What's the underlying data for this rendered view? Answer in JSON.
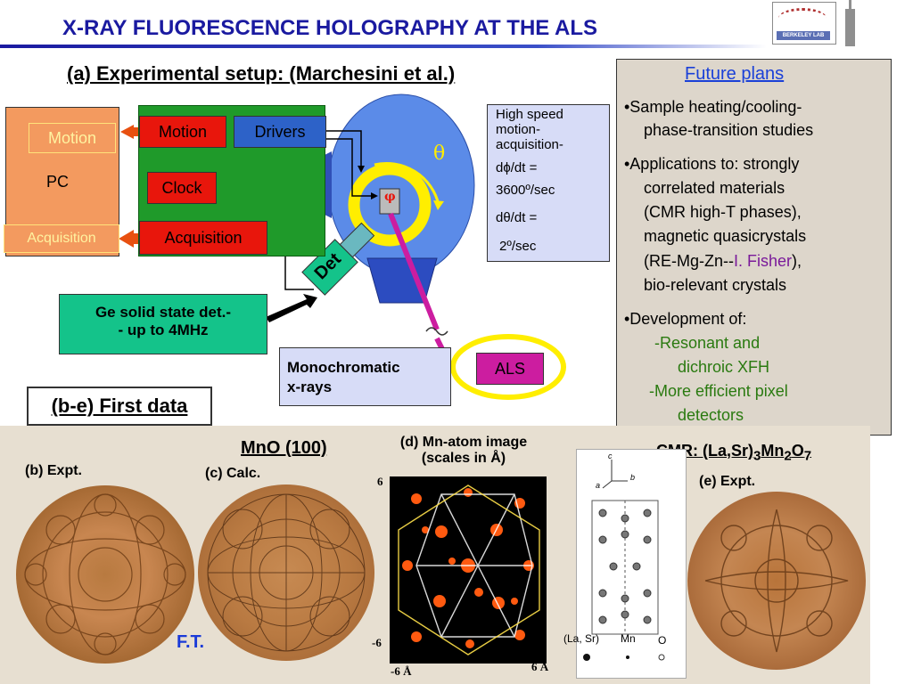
{
  "header": {
    "title": "X-RAY FLUORESCENCE HOLOGRAPHY AT THE ALS",
    "logo_text": "BERKELEY LAB"
  },
  "setup": {
    "heading": "(a) Experimental setup: (Marchesini et al.)",
    "pc": {
      "motion": "Motion",
      "label": "PC",
      "acquisition": "Acquisition"
    },
    "controller": {
      "motion": "Motion",
      "drivers": "Drivers",
      "clock": "Clock",
      "acquisition": "Acquisition"
    },
    "spec": {
      "line1": "High speed",
      "line2": "motion-",
      "line3": "acquisition-",
      "line4": "dϕ/dt =",
      "line5": "3600º/sec",
      "line6": "dθ/dt =",
      "line7": "2º/sec"
    },
    "theta_symbol": "θ",
    "phi_symbol": "φ",
    "detector_label": "Det",
    "ge_detector": {
      "line1": "Ge solid state det.-",
      "line2": "- up to 4MHz"
    },
    "mono": {
      "line1": "Monochromatic",
      "line2": "x-rays"
    },
    "als_label": "ALS"
  },
  "future_plans": {
    "title": "Future plans",
    "items": [
      "•Sample heating/cooling-",
      "phase-transition studies",
      "•Applications to: strongly",
      "correlated materials",
      "(CMR high-T phases),",
      "magnetic quasicrystals",
      "(RE-Mg-Zn--",
      "I. Fisher",
      "),",
      "bio-relevant crystals",
      "•Development of:",
      "-Resonant and",
      "dichroic XFH",
      "-More efficient pixel",
      "detectors"
    ]
  },
  "first_data": {
    "heading": "(b-e) First data",
    "mno_label": "MnO (100)",
    "b_label": "(b) Expt.",
    "c_label": "(c) Calc.",
    "d_label_line1": "(d) Mn-atom image",
    "d_label_line2": "(scales in Å)",
    "axis_top": "6",
    "axis_left_bottom": "-6",
    "axis_bottom_left": "-6 Å",
    "axis_bottom_right": "6 Å",
    "ft_label": "F.T.",
    "cmr_prefix": "CMR: (La,Sr)",
    "cmr_sub1": "3",
    "cmr_mn": "Mn",
    "cmr_sub2": "2",
    "cmr_o": "O",
    "cmr_sub3": "7",
    "e_label": "(e) Expt.",
    "legend_lasr": "(La, Sr)",
    "legend_mn": "Mn",
    "legend_o": "O",
    "axis_c": "c",
    "axis_a": "a",
    "axis_b": "b"
  },
  "colors": {
    "title_blue": "#1a1aa0",
    "pc_orange": "#f39a5f",
    "controller_green": "#1f9a2a",
    "button_red": "#e8160c",
    "drivers_blue": "#2d62c8",
    "detector_teal": "#14c38a",
    "als_magenta": "#cc1da0",
    "future_green": "#2a7a10"
  }
}
